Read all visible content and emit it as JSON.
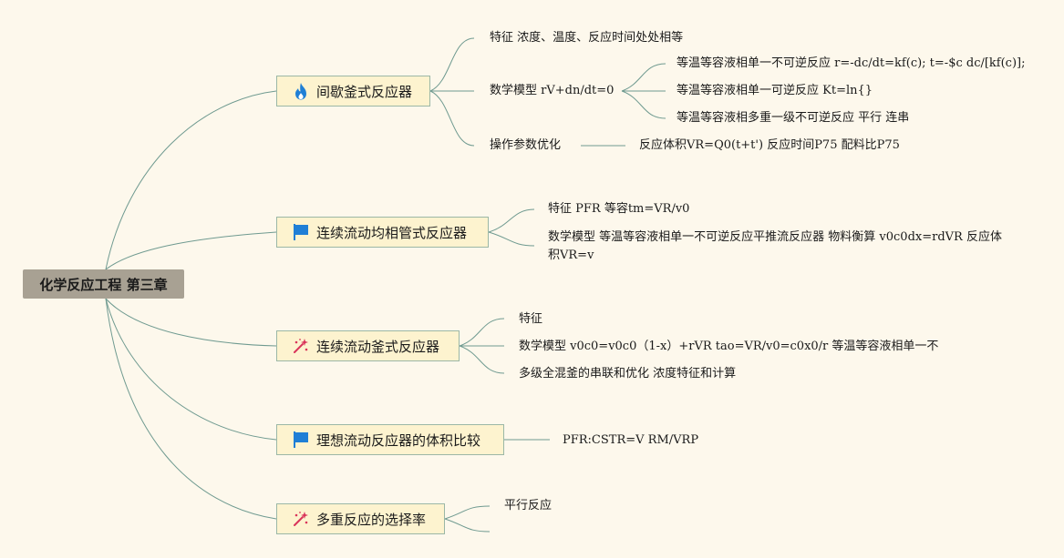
{
  "root": {
    "title": "化学反应工程 第三章"
  },
  "branches": [
    {
      "label": "间歇釜式反应器",
      "icon": "fire-icon",
      "children": [
        {
          "text": "特征 浓度、温度、反应时间处处相等"
        },
        {
          "text": "数学模型 rV+dn/dt=0",
          "children": [
            {
              "text": "等温等容液相单一不可逆反应 r=-dc/dt=kf(c); t=-$c dc/[kf(c)];"
            },
            {
              "text": "等温等容液相单一可逆反应 Kt=ln{}"
            },
            {
              "text": "等温等容液相多重一级不可逆反应 平行 连串"
            }
          ]
        },
        {
          "text": "操作参数优化",
          "children": [
            {
              "text": "反应体积VR=Q0(t+t') 反应时间P75 配料比P75"
            }
          ]
        }
      ]
    },
    {
      "label": "连续流动均相管式反应器",
      "icon": "flag-icon",
      "children": [
        {
          "text": "特征 PFR 等容tm=VR/v0"
        },
        {
          "text": "数学模型 等温等容液相单一不可逆反应平推流反应器 物料衡算 v0c0dx=rdVR 反应体积VR=v"
        }
      ]
    },
    {
      "label": "连续流动釜式反应器",
      "icon": "sparkle-icon",
      "children": [
        {
          "text": "特征"
        },
        {
          "text": "数学模型 v0c0=v0c0（1-x）+rVR tao=VR/v0=c0x0/r 等温等容液相单一不"
        },
        {
          "text": "多级全混釜的串联和优化 浓度特征和计算"
        }
      ]
    },
    {
      "label": "理想流动反应器的体积比较",
      "icon": "flag-icon",
      "children": [
        {
          "text": "PFR:CSTR=V RM/VRP"
        }
      ]
    },
    {
      "label": "多重反应的选择率",
      "icon": "sparkle-icon",
      "children": [
        {
          "text": "平行反应"
        },
        {
          "text": ""
        }
      ]
    }
  ],
  "colors": {
    "background": "#fdf8ec",
    "root_fill": "#a8a193",
    "branch_fill": "#fdf3cf",
    "branch_border": "#9bb7a6",
    "connector": "#6f9a90",
    "fire_icon": "#1f7fd6",
    "flag_icon": "#1f7fd6",
    "sparkle_icon": "#d9345a"
  }
}
